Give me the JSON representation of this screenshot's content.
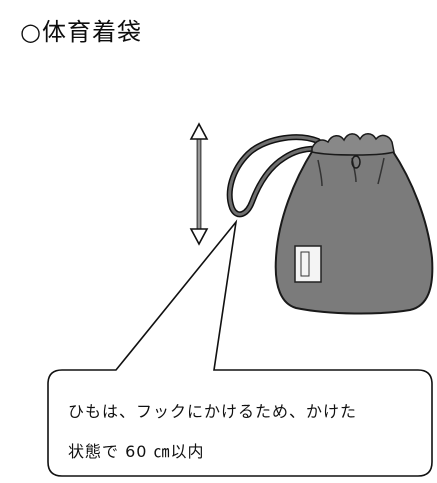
{
  "document": {
    "title": "○体育着袋",
    "note": {
      "line1": "ひもは、フックにかけるため、かけた",
      "line2": "状態で 60 ㎝以内"
    }
  },
  "illustration": {
    "subject": "drawstring-bag-icon",
    "arrow": "double-arrow-icon",
    "colors": {
      "bag": "#7b7b7b",
      "label": "#f4f4f4",
      "outline": "#1a1a1a"
    }
  }
}
